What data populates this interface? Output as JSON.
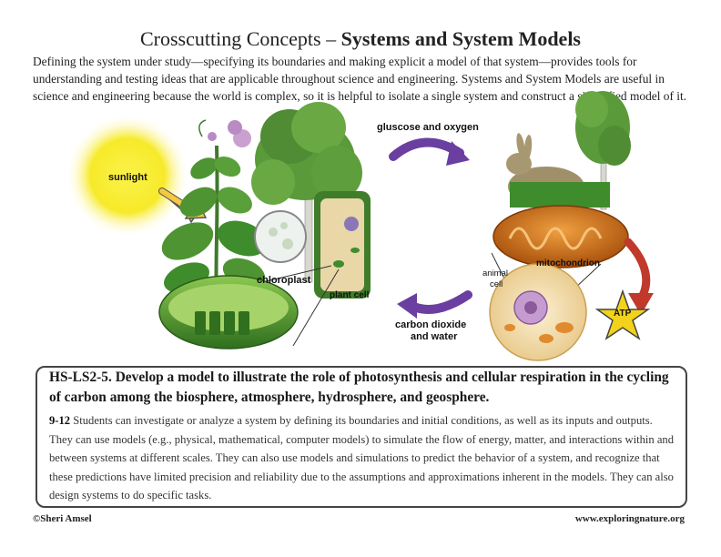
{
  "title": {
    "prefix": "Crosscutting Concepts – ",
    "bold": "Systems and System Models"
  },
  "intro": "Defining the system under study—specifying its boundaries and making explicit a model of that system—provides tools for understanding and testing ideas that  are applicable throughout science and engineering. Systems and System Models are useful in science and engineering because  the world is complex, so it is helpful to isolate a single system and construct a simplified model of it.",
  "labels": {
    "sunlight": "sunlight",
    "glucose_oxygen": "gluscose and oxygen",
    "chloroplast": "chloroplast",
    "plant_cell": "plant cell",
    "mitochondrion": "mitochondrion",
    "animal_cell_1": "animal",
    "animal_cell_2": "cell",
    "atp": "ATP",
    "co2_water_1": "carbon dioxide",
    "co2_water_2": "and water"
  },
  "standard": {
    "heading": "HS-LS2-5. Develop a model to illustrate the role of photosynthesis and cellular respiration in the cycling of carbon among the biosphere, atmosphere, hydrosphere, and geosphere.",
    "grade": "9-12",
    "text": " Students can investigate or analyze a system by defining its boundaries and initial conditions, as well as its inputs and outputs. They can use models (e.g., physical, mathematical, computer models) to simulate the flow of energy, matter, and interactions within and between systems at different scales. They can also use models and simulations to predict the behavior of a system, and recognize that these predictions have limited precision and reliability due to the assumptions and approximations inherent in the models. They can also design systems to do specific tasks."
  },
  "footer": {
    "left": "©Sheri Amsel",
    "right": "www.exploringnature.org"
  },
  "colors": {
    "sun": "#f7ea2a",
    "arrow_purple": "#6b3fa0",
    "arrow_red": "#c0392b",
    "plant_green": "#3f8c2c",
    "mito_orange": "#d9771c",
    "atp_star": "#f2d21b"
  }
}
